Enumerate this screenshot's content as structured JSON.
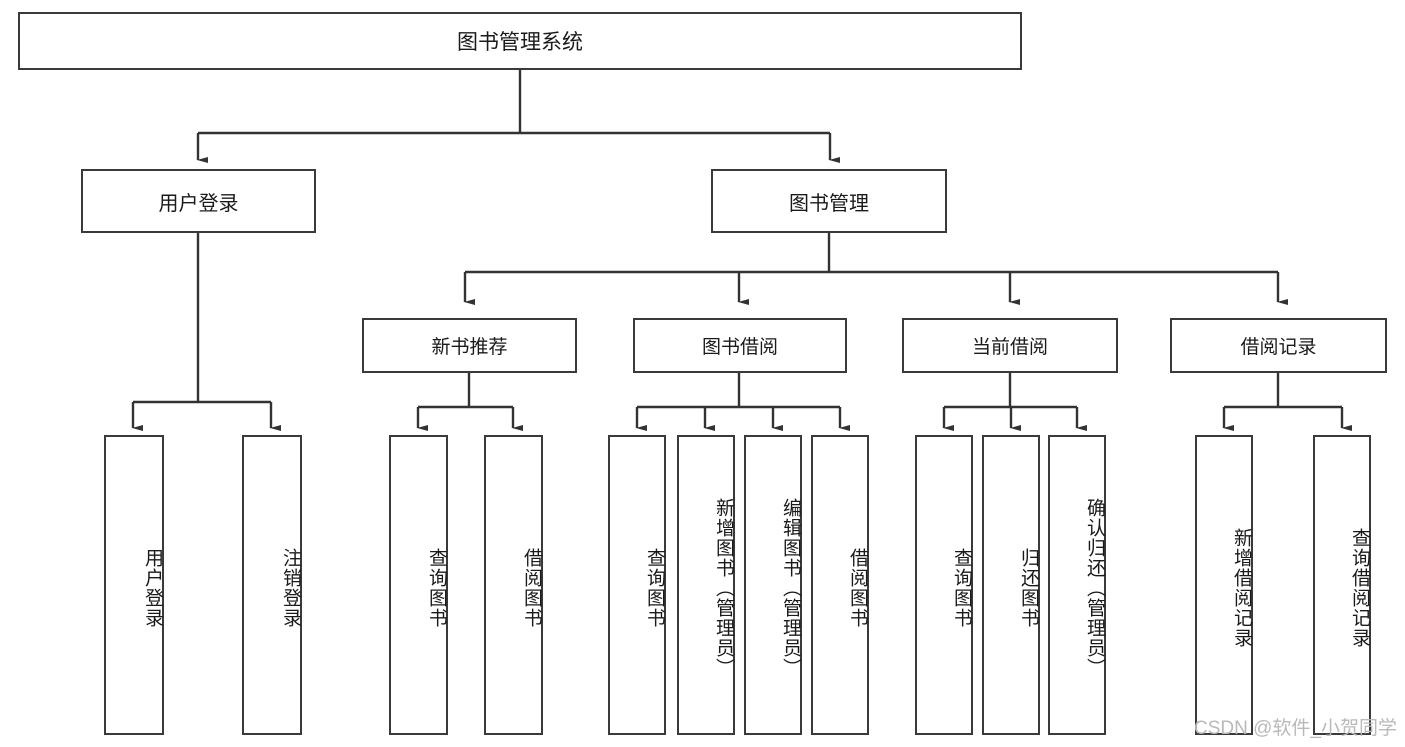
{
  "diagram": {
    "title": "图书管理系统",
    "type": "tree-hierarchy-diagram",
    "watermark": "CSDN @软件_小贺同学",
    "colors": {
      "box_border": "#3a3a3a",
      "box_fill": "#ffffff",
      "connector": "#333333",
      "text": "#1a1a1a",
      "watermark": "#b9b9b9"
    },
    "root": {
      "label": "图书管理系统"
    },
    "level1": [
      {
        "label": "用户登录"
      },
      {
        "label": "图书管理"
      }
    ],
    "level2": [
      {
        "label": "新书推荐"
      },
      {
        "label": "图书借阅"
      },
      {
        "label": "当前借阅"
      },
      {
        "label": "借阅记录"
      }
    ],
    "leaves_user_login": [
      {
        "label": "用户登录"
      },
      {
        "label": "注销登录"
      }
    ],
    "leaves_new_book": [
      {
        "label": "查询图书"
      },
      {
        "label": "借阅图书"
      }
    ],
    "leaves_borrow": [
      {
        "label": "查询图书"
      },
      {
        "label": "新增图书（管理员）"
      },
      {
        "label": "编辑图书（管理员）"
      },
      {
        "label": "借阅图书"
      }
    ],
    "leaves_current": [
      {
        "label": "查询图书"
      },
      {
        "label": "归还图书"
      },
      {
        "label": "确认归还（管理员）"
      }
    ],
    "leaves_record": [
      {
        "label": "新增借阅记录"
      },
      {
        "label": "查询借阅记录"
      }
    ]
  }
}
